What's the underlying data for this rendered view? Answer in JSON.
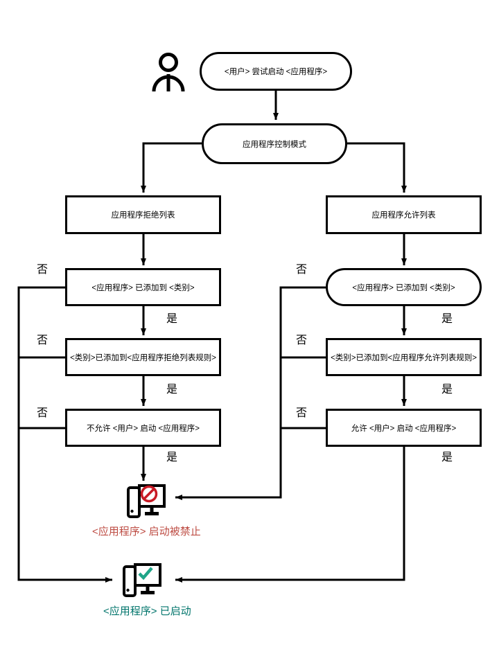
{
  "diagram": {
    "start": "<用户> 尝试启动 <应用程序>",
    "control_mode": "应用程序控制模式",
    "denylist": "应用程序拒绝列表",
    "allowlist": "应用程序允许列表",
    "deny_app_in_category": "<应用程序> 已添加到 <类别>",
    "deny_category_in_rules": "<类别>已添加到<应用程序拒绝列表规则>",
    "deny_block_rule": "不允许 <用户> 启动 <应用程序>",
    "allow_app_in_category": "<应用程序> 已添加到 <类别>",
    "allow_category_in_rules": "<类别>已添加到<应用程序允许列表规则>",
    "allow_start_rule": "允许 <用户> 启动 <应用程序>",
    "blocked_caption": "<应用程序> 启动被禁止",
    "started_caption": "<应用程序> 已启动"
  },
  "labels": {
    "yes": "是",
    "no": "否"
  },
  "colors": {
    "line": "#000000",
    "blocked_text": "#bd4b42",
    "started_text": "#00746b",
    "prohibit": "#c81a25",
    "check": "#1fa588"
  },
  "icons": {
    "user": "user-icon",
    "blocked_computer": "computer-blocked-icon",
    "started_computer": "computer-started-icon"
  }
}
